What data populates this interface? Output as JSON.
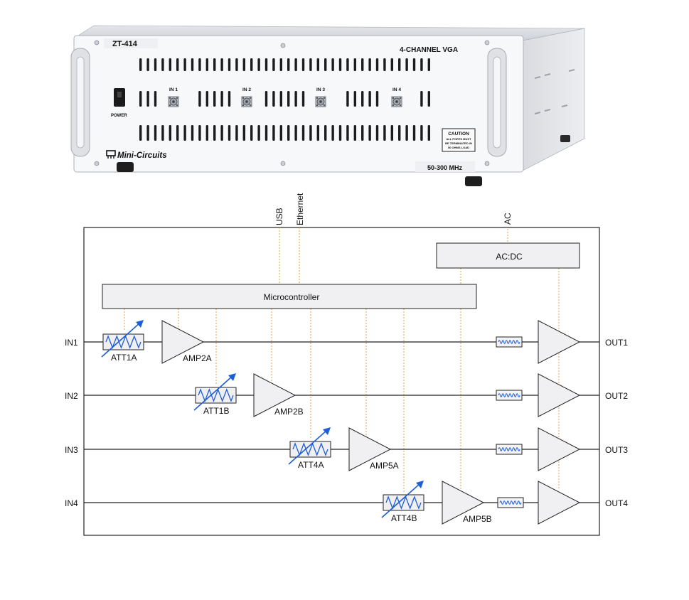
{
  "device": {
    "model": "ZT-414",
    "title": "4-CHANNEL VGA",
    "power_label": "POWER",
    "port_labels": [
      "IN 1",
      "IN 2",
      "IN 3",
      "IN 4"
    ],
    "brand": "Mini-Circuits",
    "caution": [
      "CAUTION",
      "ALL PORTS MUST",
      "BE TERMINATED IN",
      "50 OHMS LOAD"
    ],
    "freq": "50-300 MHz"
  },
  "diagram": {
    "usb_label": "USB",
    "ethernet_label": "Ethernet",
    "ac_label": "AC",
    "acdc_label": "AC:DC",
    "mcu_label": "Microcontroller",
    "inputs": [
      "IN1",
      "IN2",
      "IN3",
      "IN4"
    ],
    "outputs": [
      "OUT1",
      "OUT2",
      "OUT3",
      "OUT4"
    ],
    "att_labels": [
      "ATT1A",
      "ATT1B",
      "ATT4A",
      "ATT4B"
    ],
    "amp_labels": [
      "AMP2A",
      "AMP2B",
      "AMP5A",
      "AMP5B"
    ]
  },
  "colors": {
    "control_line": "#e8a33a",
    "arrow": "#1f5fd6",
    "block_fill": "#f0f0f2"
  }
}
